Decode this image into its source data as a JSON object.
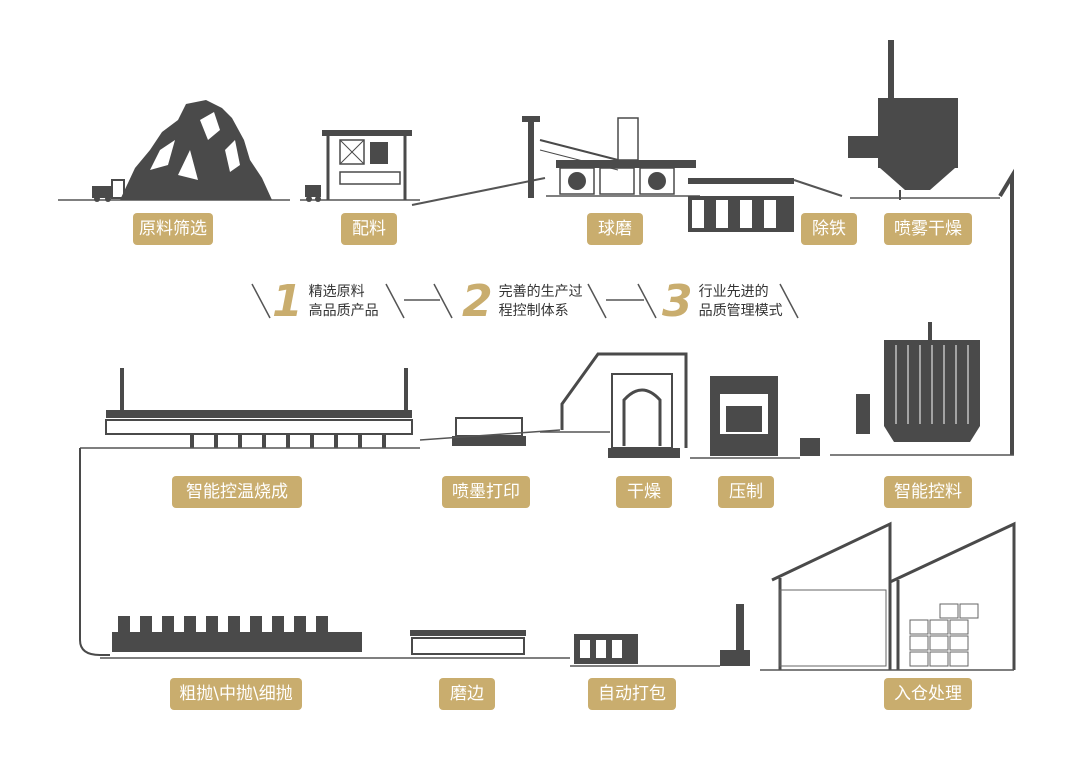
{
  "colors": {
    "gold": "#c9ad6e",
    "dark": "#4a4a4a",
    "line": "#555555"
  },
  "stages": [
    {
      "id": "raw-screening",
      "label": "原料筛选"
    },
    {
      "id": "batching",
      "label": "配料"
    },
    {
      "id": "ball-milling",
      "label": "球磨"
    },
    {
      "id": "iron-removal",
      "label": "除铁"
    },
    {
      "id": "spray-drying",
      "label": "喷雾干燥"
    },
    {
      "id": "smart-material-control",
      "label": "智能控料"
    },
    {
      "id": "pressing",
      "label": "压制"
    },
    {
      "id": "drying",
      "label": "干燥"
    },
    {
      "id": "inkjet-printing",
      "label": "喷墨打印"
    },
    {
      "id": "firing",
      "label": "智能控温烧成"
    },
    {
      "id": "polishing",
      "label": "粗抛\\中抛\\细抛"
    },
    {
      "id": "edging",
      "label": "磨边"
    },
    {
      "id": "auto-packing",
      "label": "自动打包"
    },
    {
      "id": "warehousing",
      "label": "入仓处理"
    }
  ],
  "principles": [
    {
      "num": "1",
      "line1": "精选原料",
      "line2": "高品质产品"
    },
    {
      "num": "2",
      "line1": "完善的生产过",
      "line2": "程控制体系"
    },
    {
      "num": "3",
      "line1": "行业先进的",
      "line2": "品质管理模式"
    }
  ]
}
